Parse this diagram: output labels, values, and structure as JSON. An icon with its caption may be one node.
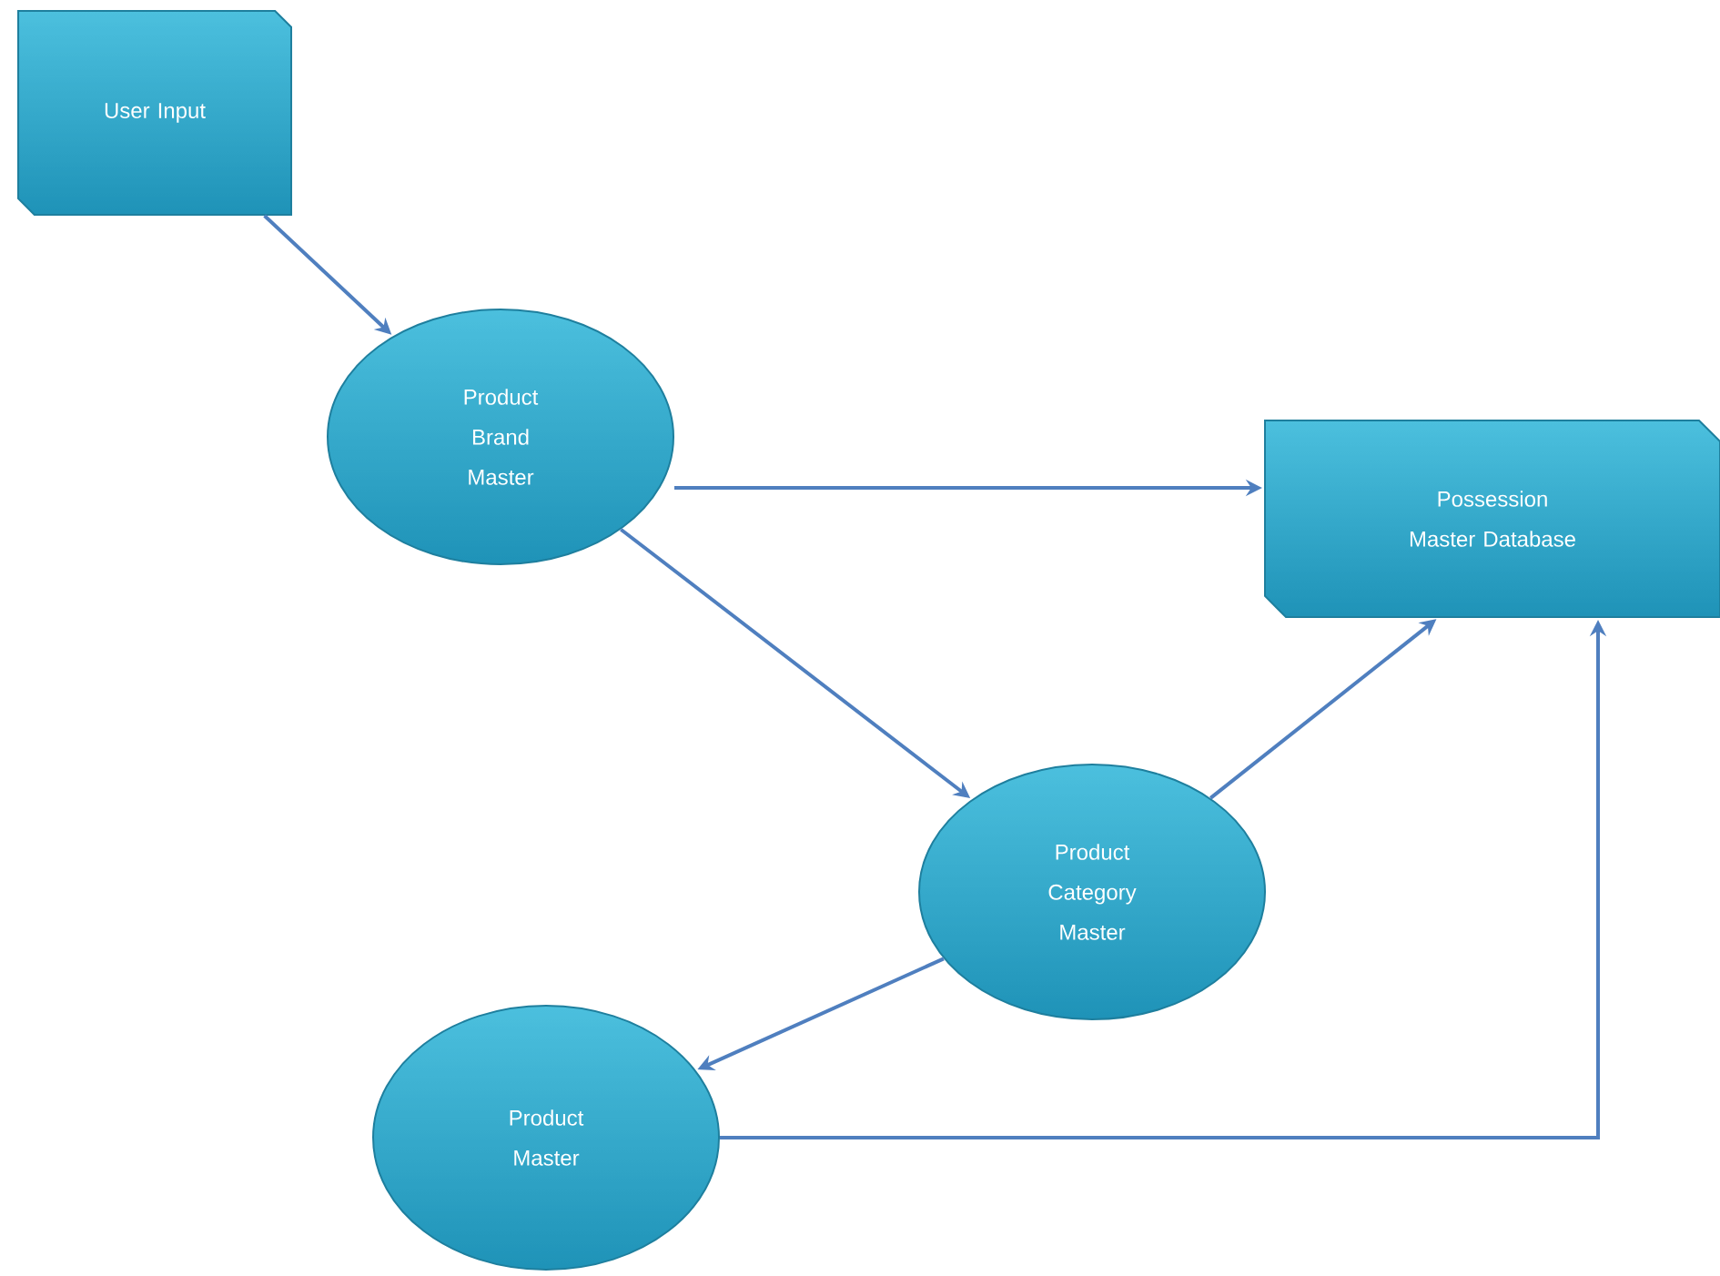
{
  "diagram": {
    "nodes": [
      {
        "text": [
          "User Input"
        ]
      },
      {
        "text": [
          "Product Brand Master"
        ]
      },
      {
        "text": [
          "Possession Master Database"
        ]
      },
      {
        "text": [
          "Product Category Master"
        ]
      },
      {
        "text": [
          "Product Master"
        ]
      }
    ],
    "edges": [
      {
        "from": 0,
        "to": 1,
        "arrow": "to"
      },
      {
        "from": 1,
        "to": 2,
        "arrow": "to"
      },
      {
        "from": 1,
        "to": 3,
        "arrow": "to"
      },
      {
        "from": 3,
        "to": 2,
        "arrow": "to"
      },
      {
        "from": 3,
        "to": 4,
        "arrow": "to"
      },
      {
        "from": 4,
        "to": 2,
        "arrow": "to"
      }
    ]
  }
}
